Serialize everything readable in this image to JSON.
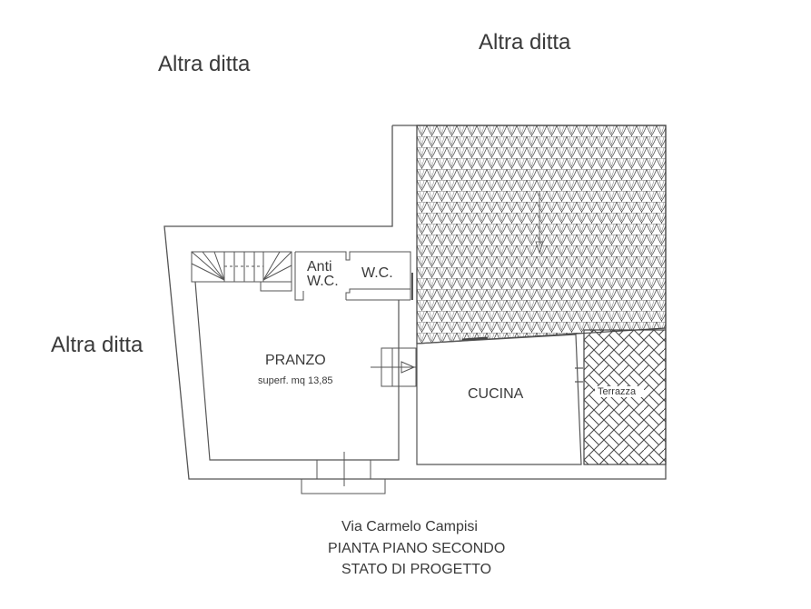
{
  "neighbors": {
    "top_left": "Altra ditta",
    "top_right": "Altra ditta",
    "left": "Altra ditta"
  },
  "rooms": {
    "anti_wc": "Anti\nW.C.",
    "anti_wc_line1": "Anti",
    "anti_wc_line2": "W.C.",
    "wc": "W.C.",
    "pranzo": "PRANZO",
    "pranzo_area": "superf. mq 13,85",
    "cucina": "CUCINA",
    "terrazza": "Terrazza"
  },
  "caption": {
    "street": "Via Carmelo Campisi",
    "plan": "PIANTA PIANO SECONDO",
    "state": "STATO DI PROGETTO"
  },
  "colors": {
    "line": "#444444",
    "background": "#ffffff"
  }
}
